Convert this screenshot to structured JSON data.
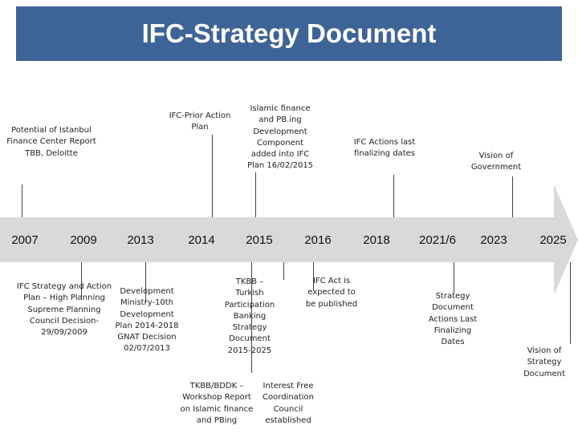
{
  "title": "IFC-Strategy Document",
  "years": [
    "2007",
    "2009",
    "2013",
    "2014",
    "2015",
    "2016",
    "2018",
    "2021/6",
    "2023",
    "2025"
  ],
  "above": {
    "istanbul_report": "Potential of Istanbul\nFinance Center Report\nTBB, Deloitte",
    "prior_action": "IFC-Prior Action\nPlan",
    "islamic_finance_component": "Islamic finance\nand PB.ing\nDevelopment\nComponent\nadded into IFC\nPlan 16/02/2015",
    "actions_finalizing": "IFC Actions last\nfinalizing dates",
    "vision_government": "Vision of\nGovernment"
  },
  "below": {
    "action_plan_2009": "IFC Strategy and Action\nPlan – High Planning\nSupreme Planning\nCouncil Decision-\n29/09/2009",
    "development_plan": "Development\nMinistry-10th\nDevelopment\nPlan 2014-2018\nGNAT Decision\n02/07/2013",
    "tkbb_strategy": "TKBB –\nTurkish\nParticipation\nBanking\nStrategy\nDocument\n2015-2025",
    "ifc_act": "IFC  Act is\nexpected to\nbe published",
    "tkbb_bddk_workshop": "TKBB/BDDK –\nWorkshop Report\non Islamic finance\nand PBing",
    "interest_free_council": "Interest Free\nCoordination\nCouncil\nestablished",
    "strategy_actions_last": "Strategy\nDocument\nActions Last\nFinalizing\nDates",
    "vision_strategy": "Vision of\nStrategy\nDocument"
  },
  "colors": {
    "title_bg": "#3e6497",
    "arrow": "#d9d9d9",
    "year_box": "#ffffff"
  }
}
